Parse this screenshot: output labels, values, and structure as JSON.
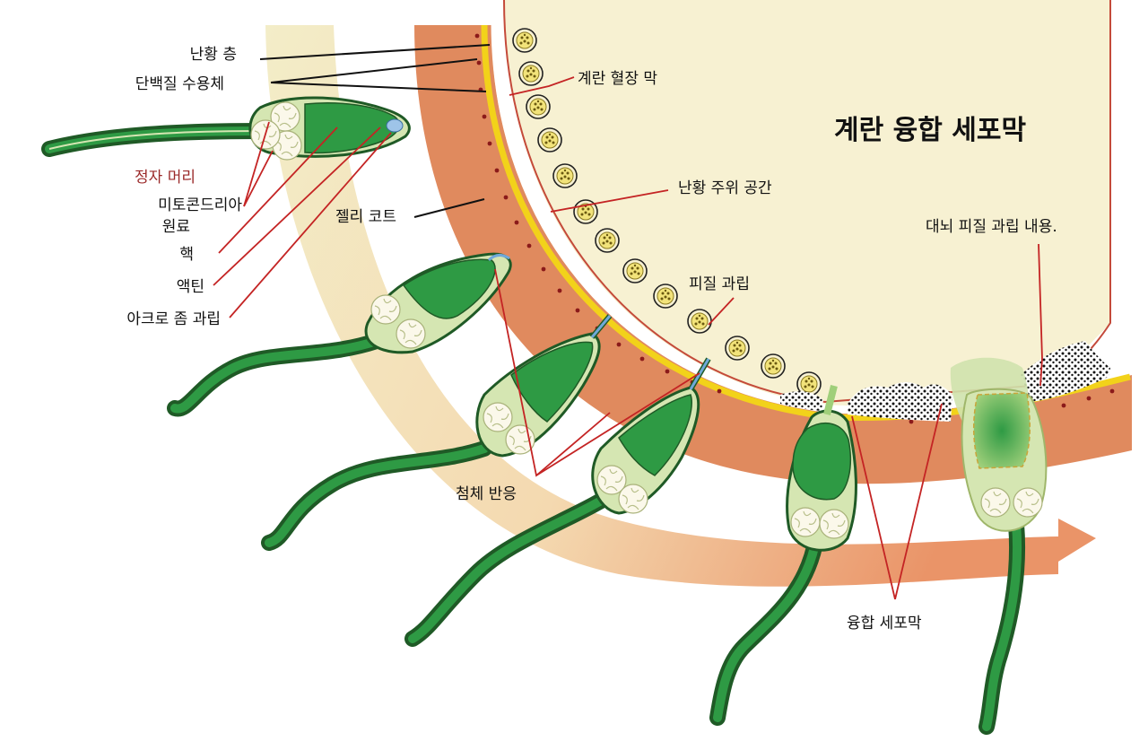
{
  "labels": {
    "vitelline_layer": "난황 층",
    "protein_receptor": "단백질 수용체",
    "egg_plasma_membrane": "계란 혈장 막",
    "fusion_title": "계란 융합 세포막",
    "sperm_head": "정자 머리",
    "mitochondria": "미토콘드리아",
    "mitochondria_2": "원료",
    "nucleus": "핵",
    "actin": "액틴",
    "acrosomal_granule": "아크로 좀 과립",
    "jelly_coat": "젤리 코트",
    "perivitelline_space": "난황 주위 공간",
    "cortical_granule": "피질 과립",
    "cortical_contents": "대뇌 피질 과립 내용.",
    "acrosomal_reaction": "첨체 반응",
    "fused_membrane": "융합 세포막"
  },
  "colors": {
    "egg_cytoplasm": "#f7f1d2",
    "jelly_coat": "#e08a5e",
    "vitelline_yellow": "#f2d21a",
    "sperm_green": "#2e9a44",
    "sperm_dark": "#1f5a26",
    "sperm_pale": "#d5e6b2",
    "leader_red": "#c42424",
    "arrow_start": "#f3ecc6",
    "arrow_end": "#ea9468"
  }
}
